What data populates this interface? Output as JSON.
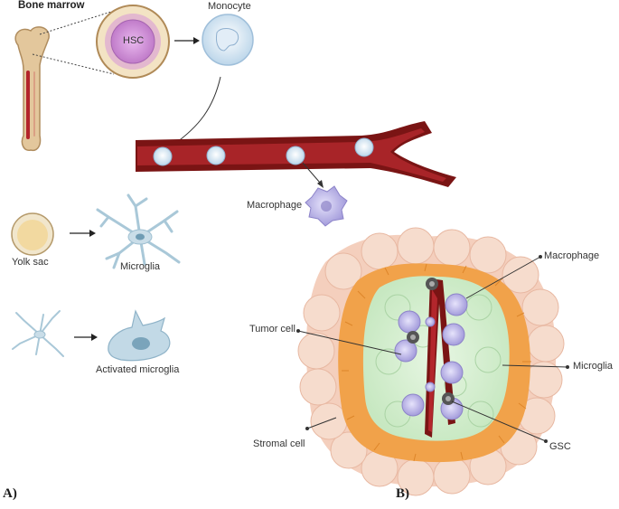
{
  "labels": {
    "bone_marrow": "Bone marrow",
    "hsc": "HSC",
    "monocyte": "Monocyte",
    "macrophage_a": "Macrophage",
    "yolk_sac": "Yolk sac",
    "microglia_a": "Microglia",
    "activated_microglia": "Activated microglia",
    "macrophage_b": "Macrophage",
    "tumor_cell": "Tumor cell",
    "microglia_b": "Microglia",
    "stromal_cell": "Stromal cell",
    "gsc": "GSC"
  },
  "boxes": {
    "healthy_title": "Healthy CNS",
    "glioma_title": "Glioma CNS"
  },
  "panels": {
    "a": "A)",
    "b": "B)"
  },
  "colors": {
    "box_title_red": "#e8312a",
    "healthy_bg": "#eef3df",
    "healthy_border": "#8fb56a",
    "glioma_bg": "#fbf7e6",
    "glioma_border": "#e7d9a8",
    "vessel": "#7a1414",
    "microglia": "#b9d3e0",
    "macrophage": "#b8b3e6",
    "tumor_core": "#d5eed2",
    "stromal": "#f2c9b4",
    "orange_ring": "#f1a24a"
  }
}
